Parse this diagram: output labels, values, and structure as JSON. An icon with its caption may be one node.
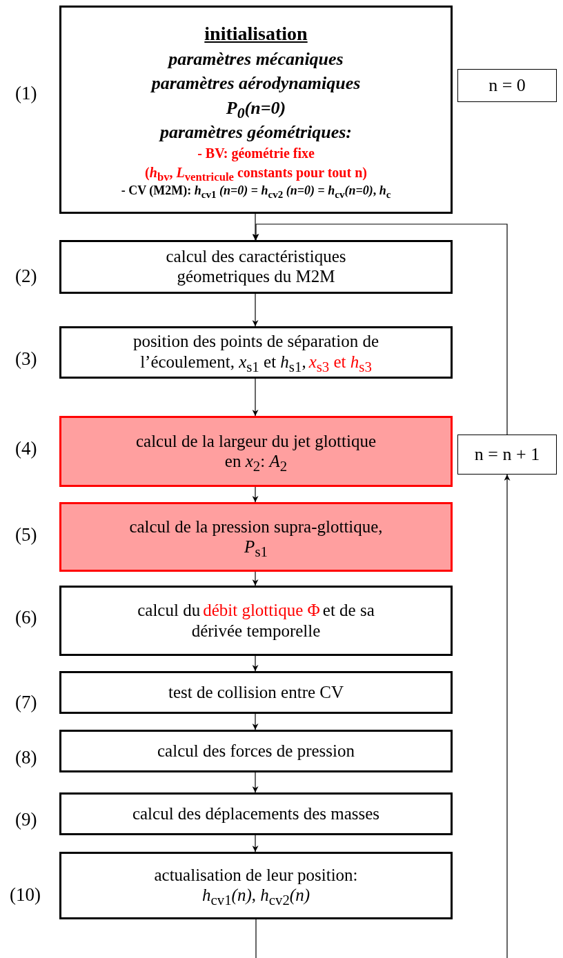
{
  "diagram": {
    "nodes": [
      {
        "text": [
          "initialisation",
          "paramètres mécaniques",
          "paramètres aérodynamiques",
          "P$_{0}$(n=0)",
          "paramètres géométriques:",
          "- BV: géométrie fixe",
          "(*h*$_{bv}$, *L*$_{ventricule}$ constants pour tout n)",
          "- CV (M2M): *h*$_{cv1}$ *(n=0)* = *h*$_{cv2}$ *(n=0)* = *h*$_{cv}$*(n=0)*, *h*$_{c}$"
        ],
        "beside": [
          "(1)"
        ]
      },
      {
        "text": [
          "n = 0"
        ]
      },
      {
        "text": [
          "calcul des caractéristiques géometriques du M2M"
        ],
        "beside": [
          "(2)"
        ]
      },
      {
        "text": [
          "position des points de séparation de l’écoulement, *x*$_{s1}$ et *h*$_{s1}$,",
          "*x*$_{s3}$ et *h*$_{s3}$"
        ],
        "beside": [
          "(3)"
        ]
      },
      {
        "text": [
          "calcul de la largeur du jet glottique en *x*$_{2}$: *A*$_{2}$"
        ],
        "beside": [
          "(4)"
        ]
      },
      {
        "text": [
          "calcul de la pression supra-glottique, *P*$_{s1}$"
        ],
        "beside": [
          "(5)"
        ]
      },
      {
        "text": [
          "calcul du",
          "débit glottique Φ",
          "et de sa dérivée temporelle"
        ],
        "beside": [
          "(6)"
        ]
      },
      {
        "text": [
          "test de collision entre CV"
        ],
        "beside": [
          "(7)"
        ]
      },
      {
        "text": [
          "calcul des forces de pression"
        ],
        "beside": [
          "(8)"
        ]
      },
      {
        "text": [
          "calcul des déplacements des masses"
        ],
        "beside": [
          "(9)"
        ]
      },
      {
        "text": [
          "actualisation de leur position:",
          "*h*$_{cv1}$*(n)*, *h*$_{cv2}$*(n)*"
        ],
        "beside": [
          "(10)"
        ]
      },
      {
        "text": [
          "n = n + 1"
        ]
      }
    ],
    "edges": [
      {
        "from": 0,
        "to": 2,
        "arrow": "to"
      },
      {
        "from": 2,
        "to": 3,
        "arrow": "to"
      },
      {
        "from": 3,
        "to": 4,
        "arrow": "to"
      },
      {
        "from": 4,
        "to": 5,
        "arrow": "to"
      },
      {
        "from": 5,
        "to": 6,
        "arrow": "to"
      },
      {
        "from": 6,
        "to": 7,
        "arrow": "to"
      },
      {
        "from": 7,
        "to": 8,
        "arrow": "to"
      },
      {
        "from": 8,
        "to": 9,
        "arrow": "to"
      },
      {
        "from": 9,
        "to": 10,
        "arrow": "to"
      },
      {
        "from": 10,
        "to": 11,
        "arrow": "to"
      },
      {
        "from": 11,
        "to": 2,
        "arrow": "to"
      }
    ]
  }
}
